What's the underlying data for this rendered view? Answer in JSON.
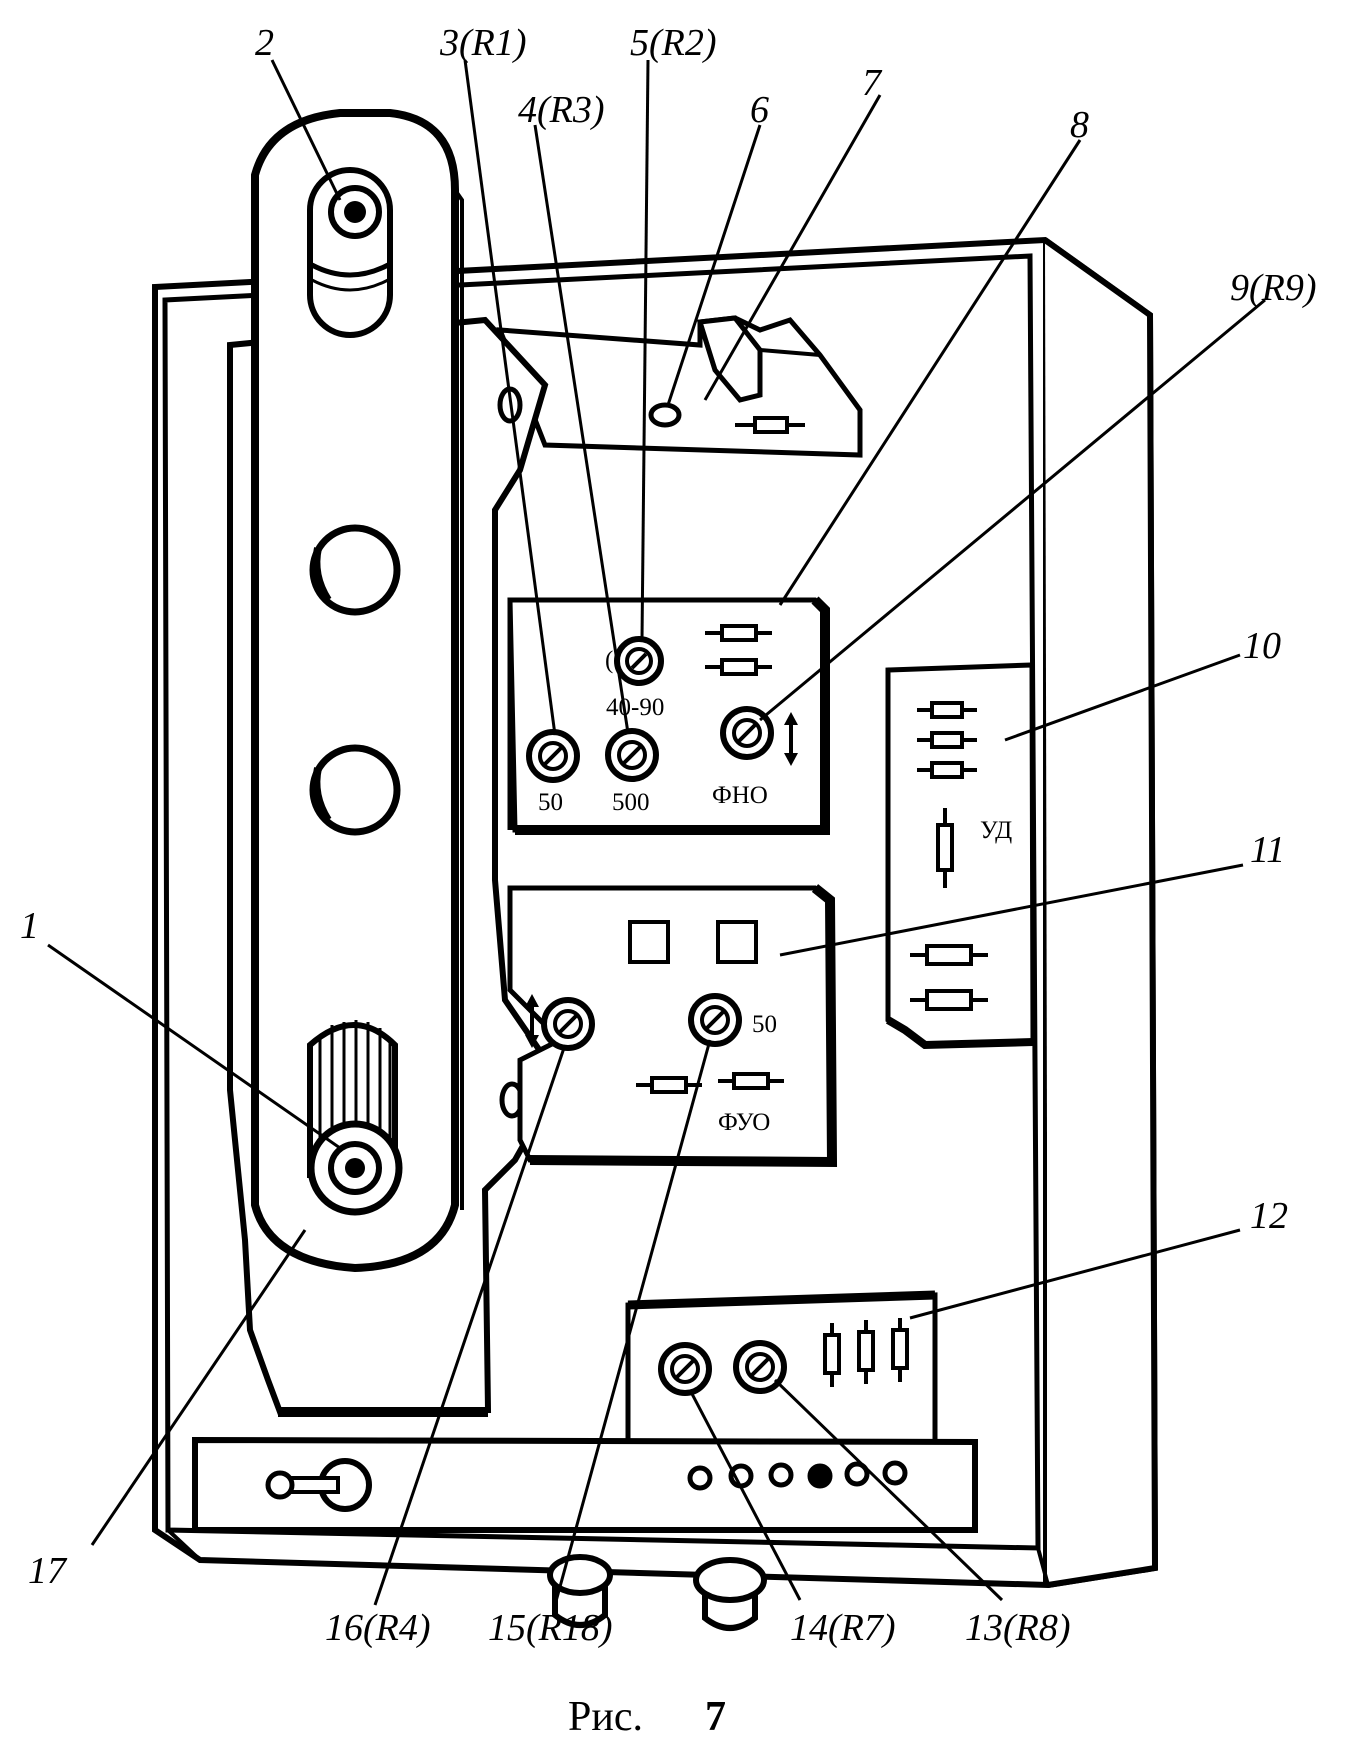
{
  "figure": {
    "caption": "Рис.",
    "caption_number": "7"
  },
  "callouts": {
    "c1": "1",
    "c2": "2",
    "c3": "3(R1)",
    "c4": "4(R3)",
    "c5": "5(R2)",
    "c6": "6",
    "c7": "7",
    "c8": "8",
    "c9": "9(R9)",
    "c10": "10",
    "c11": "11",
    "c12": "12",
    "c13": "13(R8)",
    "c14": "14(R7)",
    "c15": "15(R18)",
    "c16": "16(R4)",
    "c17": "17"
  },
  "panels": {
    "fno": {
      "name": "ФНО",
      "label_50": "50",
      "label_500": "500",
      "label_range": "40-90"
    },
    "fuo": {
      "name": "ФУО",
      "label_50": "50"
    },
    "ud": {
      "name": "УД"
    }
  }
}
